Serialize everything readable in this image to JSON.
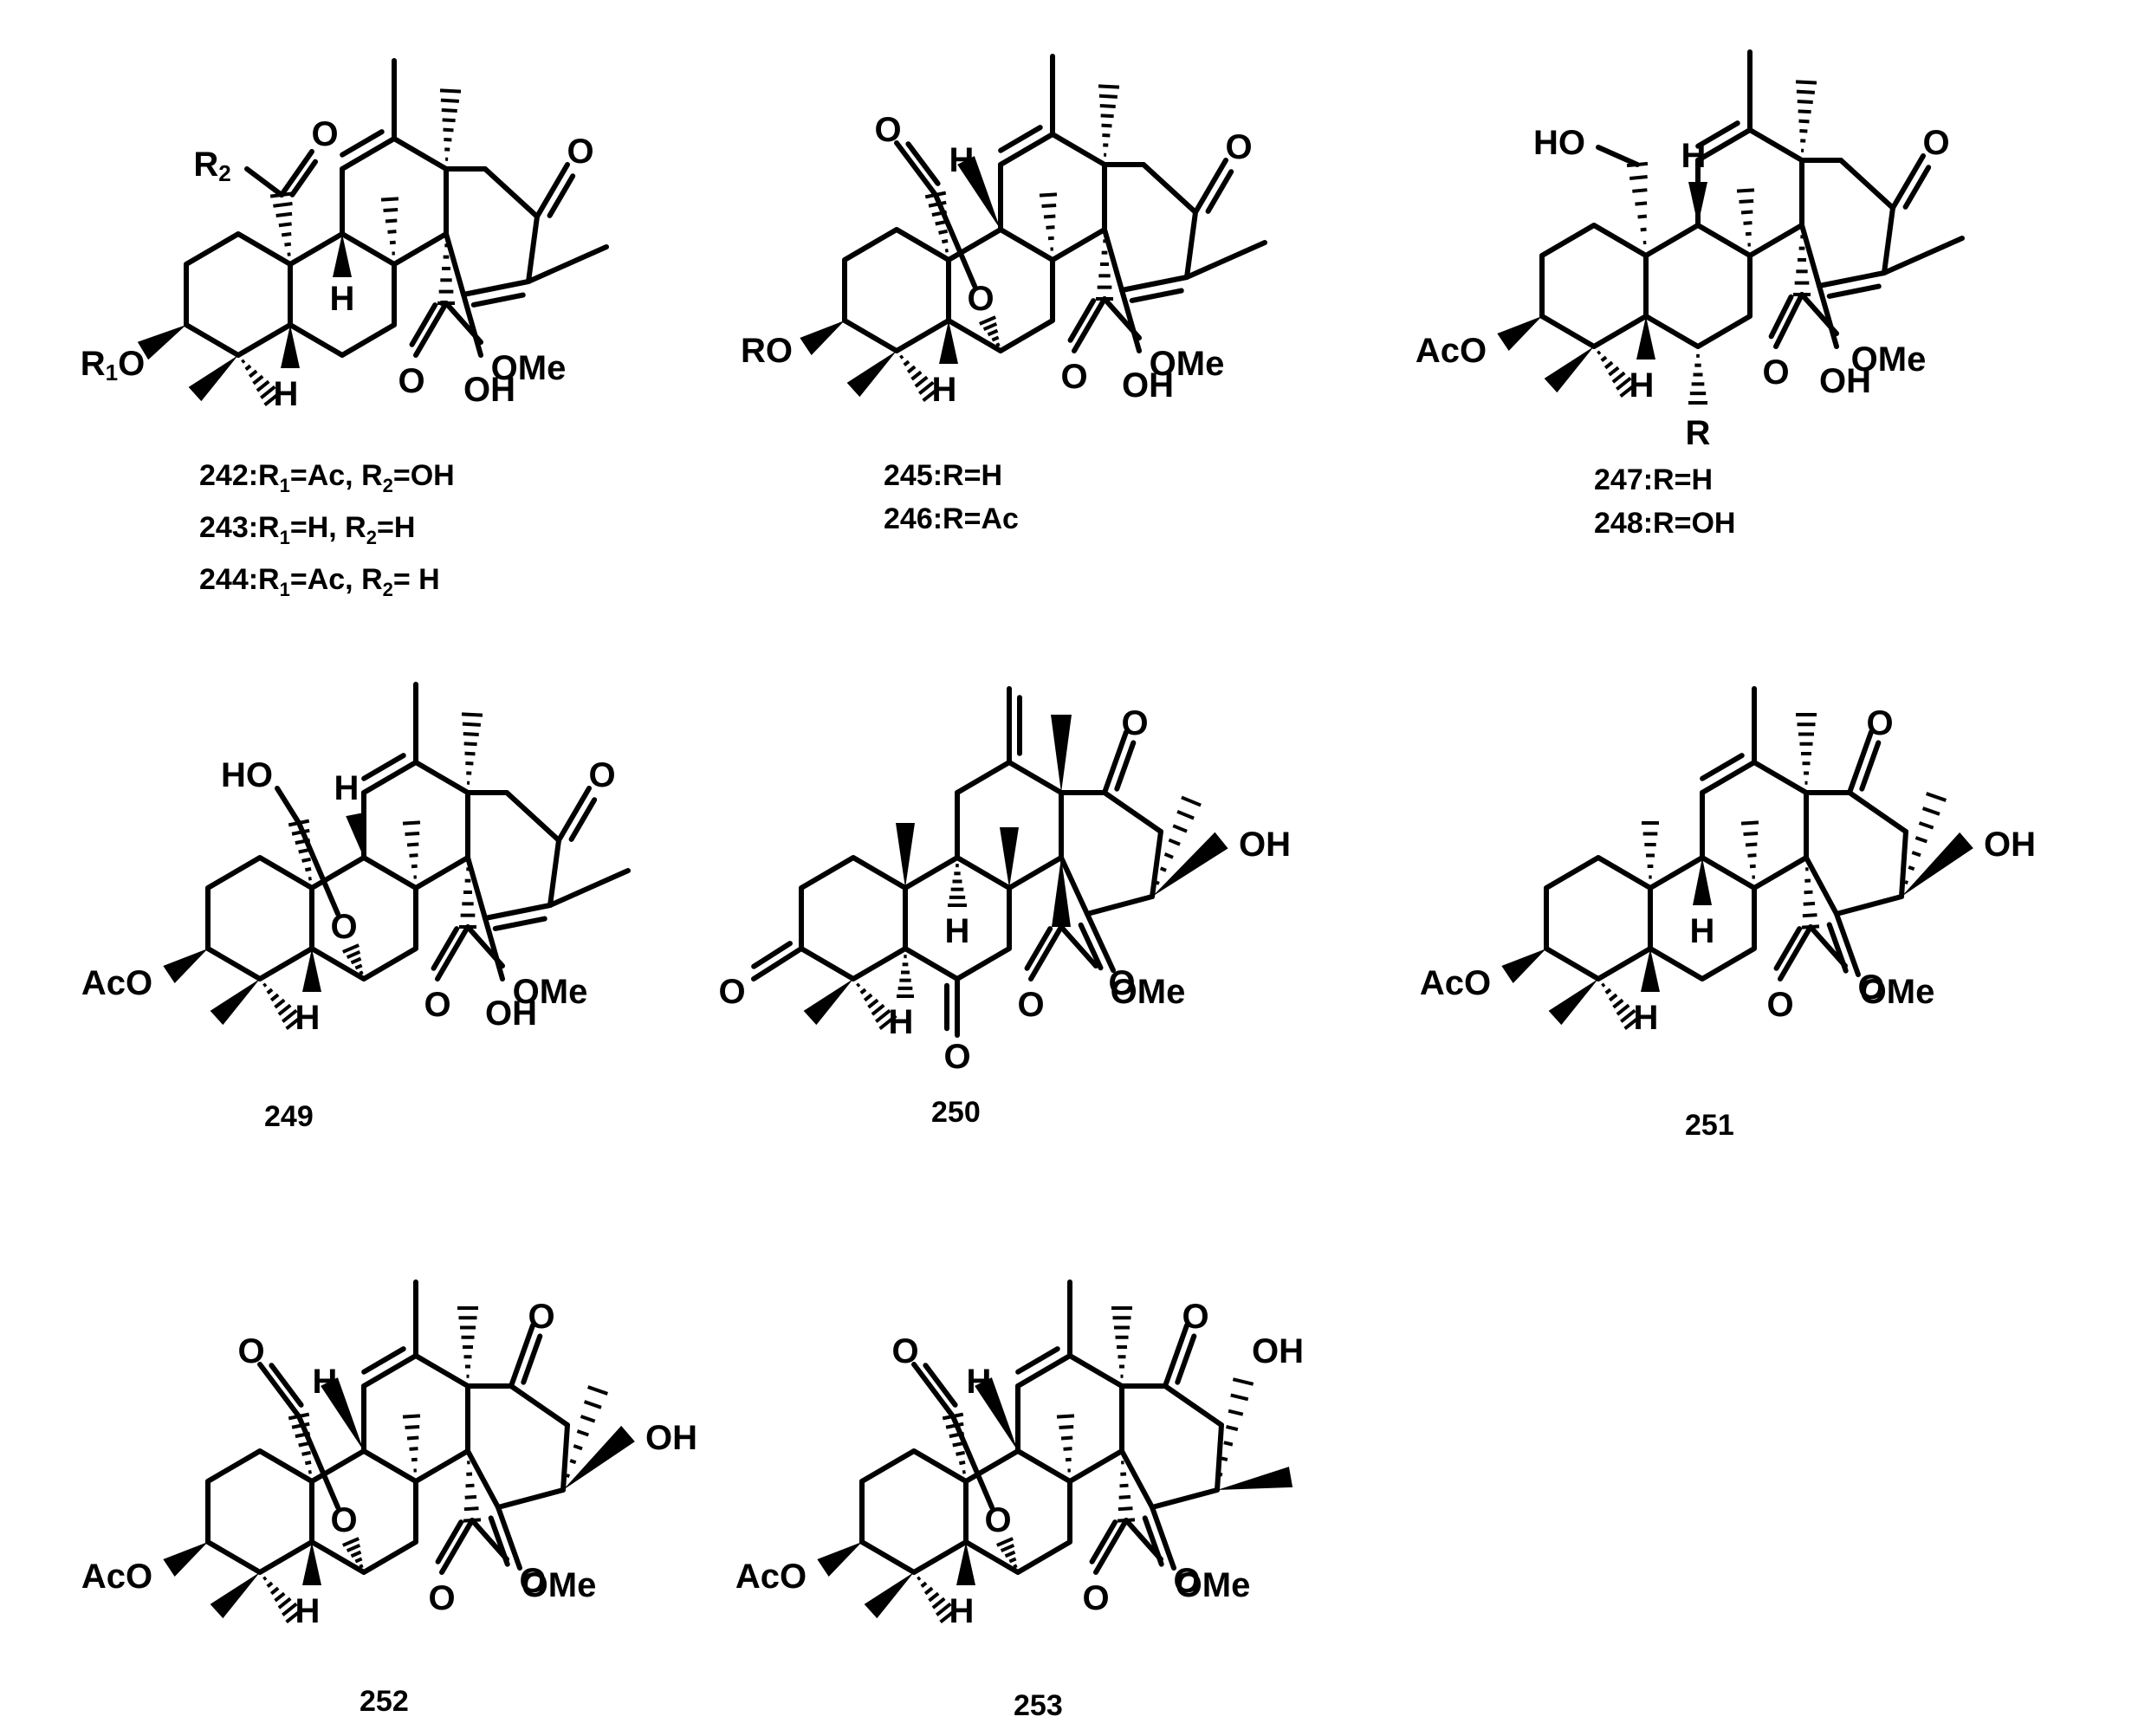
{
  "figure": {
    "compounds": [
      {
        "id": "cmpd-242-244",
        "captions": [
          {
            "parts": [
              {
                "t": "242:R"
              },
              {
                "t": "1",
                "sub": true
              },
              {
                "t": "=Ac, R"
              },
              {
                "t": "2",
                "sub": true
              },
              {
                "t": "=OH"
              }
            ]
          },
          {
            "parts": [
              {
                "t": "243:R"
              },
              {
                "t": "1",
                "sub": true
              },
              {
                "t": "=H, R"
              },
              {
                "t": "2",
                "sub": true
              },
              {
                "t": "=H"
              }
            ]
          },
          {
            "parts": [
              {
                "t": "244:R"
              },
              {
                "t": "1",
                "sub": true
              },
              {
                "t": "=Ac, R"
              },
              {
                "t": "2",
                "sub": true
              },
              {
                "t": "= H"
              }
            ]
          }
        ],
        "atoms": {
          "o_ketone": "O",
          "r2_group": [
            "R",
            "2"
          ],
          "o_aldehyde": "O",
          "oh_enol": "OH",
          "h_9": "H",
          "r1o_group": [
            "R",
            "1",
            "O"
          ],
          "o_ester": "O",
          "ome": "OMe",
          "h_5": "H"
        }
      },
      {
        "id": "cmpd-245-246",
        "captions": [
          {
            "parts": [
              {
                "t": "245:R=H"
              }
            ]
          },
          {
            "parts": [
              {
                "t": "246:R=Ac"
              }
            ]
          }
        ],
        "atoms": {
          "o_ketone": "O",
          "o_lactol": "O",
          "h_9": "H",
          "oh_enol": "OH",
          "o_bridge": "O",
          "ro_group": "RO",
          "o_ester": "O",
          "ome": "OMe",
          "h_5": "H"
        }
      },
      {
        "id": "cmpd-247-248",
        "captions": [
          {
            "parts": [
              {
                "t": "247:R=H"
              }
            ]
          },
          {
            "parts": [
              {
                "t": "248:R=OH"
              }
            ]
          }
        ],
        "atoms": {
          "o_ketone": "O",
          "ho_group": "HO",
          "h_9": "H",
          "oh_enol": "OH",
          "aco": "AcO",
          "o_ester": "O",
          "ome": "OMe",
          "h_5": "H",
          "r_group": "R"
        }
      },
      {
        "id": "cmpd-249",
        "captions": [
          {
            "parts": [
              {
                "t": "249"
              }
            ]
          }
        ],
        "atoms": {
          "o_ketone": "O",
          "ho_group": "HO",
          "h_9": "H",
          "o_bridge": "O",
          "oh_enol": "OH",
          "aco": "AcO",
          "o_ester": "O",
          "ome": "OMe",
          "h_5": "H"
        }
      },
      {
        "id": "cmpd-250",
        "captions": [
          {
            "parts": [
              {
                "t": "250"
              }
            ]
          }
        ],
        "atoms": {
          "o_ketone": "O",
          "oh": "OH",
          "o_ketone2": "O",
          "h_9": "H",
          "o_3": "O",
          "o_ester": "O",
          "ome": "OMe",
          "h_5": "H",
          "o_6": "O"
        }
      },
      {
        "id": "cmpd-251",
        "captions": [
          {
            "parts": [
              {
                "t": "251"
              }
            ]
          }
        ],
        "atoms": {
          "o_ketone": "O",
          "oh": "OH",
          "h_9": "H",
          "o_ketone2": "O",
          "aco": "AcO",
          "o_ester": "O",
          "ome": "OMe",
          "h_5": "H"
        }
      },
      {
        "id": "cmpd-252",
        "captions": [
          {
            "parts": [
              {
                "t": "252"
              }
            ]
          }
        ],
        "atoms": {
          "o_ketone": "O",
          "o_lactol": "O",
          "h_9": "H",
          "oh": "OH",
          "o_bridge": "O",
          "o_ketone2": "O",
          "aco": "AcO",
          "o_ester": "O",
          "ome": "OMe",
          "h_5": "H"
        }
      },
      {
        "id": "cmpd-253",
        "captions": [
          {
            "parts": [
              {
                "t": "253"
              }
            ]
          }
        ],
        "atoms": {
          "o_ketone": "O",
          "oh": "OH",
          "o_lactol": "O",
          "h_9": "H",
          "o_bridge": "O",
          "o_ketone2": "O",
          "aco": "AcO",
          "o_ester": "O",
          "ome": "OMe",
          "h_5": "H"
        }
      }
    ]
  }
}
